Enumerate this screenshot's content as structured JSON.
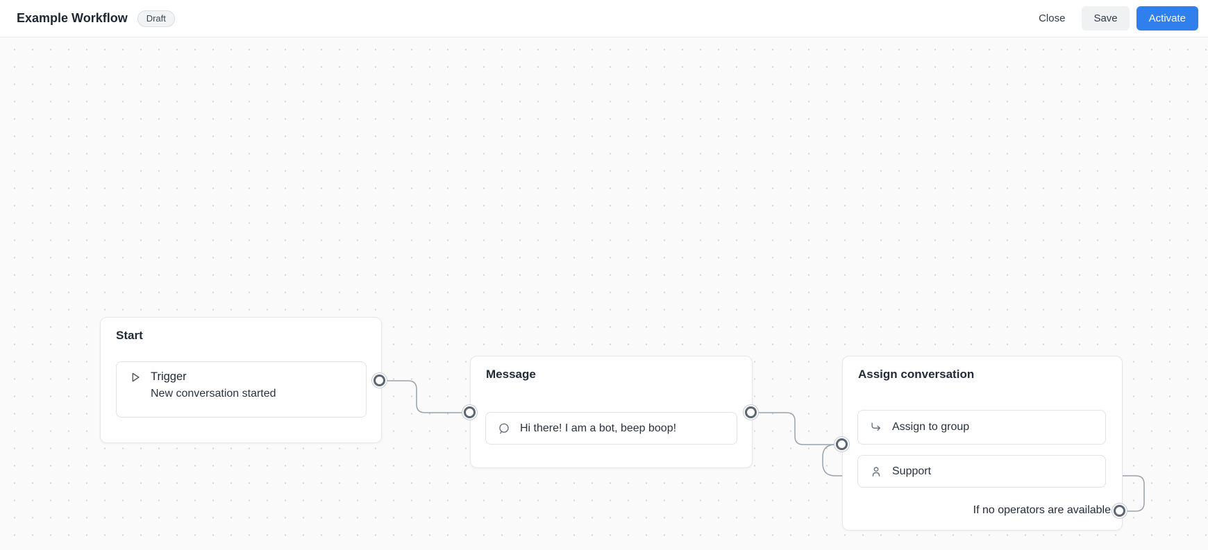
{
  "header": {
    "title": "Example Workflow",
    "status_badge": "Draft",
    "buttons": {
      "close": "Close",
      "save": "Save",
      "activate": "Activate"
    }
  },
  "canvas": {
    "nodes": {
      "start": {
        "title": "Start",
        "trigger": {
          "icon": "play-icon",
          "label": "Trigger",
          "description": "New conversation started"
        }
      },
      "message": {
        "title": "Message",
        "bubble": {
          "icon": "chat-bubble-icon",
          "text": "Hi there! I am a bot, beep boop!"
        }
      },
      "assign": {
        "title": "Assign conversation",
        "group_action": {
          "icon": "assign-arrow-icon",
          "label": "Assign to group"
        },
        "team": {
          "icon": "person-icon",
          "label": "Support"
        },
        "fallback_label": "If no operators are available"
      }
    }
  },
  "colors": {
    "accent_blue": "#2f80ed",
    "edge_gray": "#9aa1ab",
    "canvas_bg": "#fafafa"
  }
}
